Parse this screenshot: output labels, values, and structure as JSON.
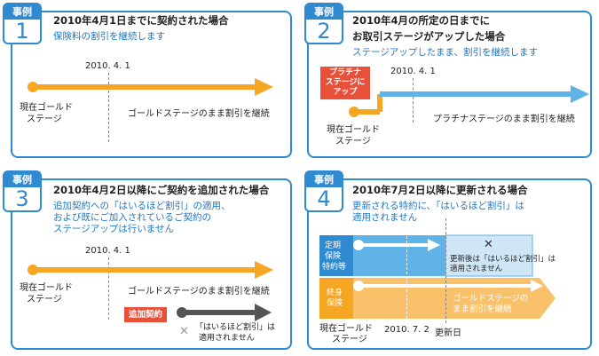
{
  "case1": {
    "tab_label": "事例",
    "tab_number": "1",
    "title": "2010年4月1日までに契約された場合",
    "subtitle": "保険料の割引を継続します",
    "date_label": "2010. 4. 1",
    "start_label": [
      "現在ゴールド",
      "ステージ"
    ],
    "result_label": "ゴールドステージのまま割引を継続"
  },
  "case2": {
    "tab_label": "事例",
    "tab_number": "2",
    "title_lines": [
      "2010年4月の所定の日までに",
      "お取引ステージがアップした場合"
    ],
    "subtitle": "ステージアップしたまま、割引を継続します",
    "badge_lines": [
      "プラチナ",
      "ステージに",
      "アップ"
    ],
    "date_label": "2010. 4. 1",
    "start_label": [
      "現在ゴールド",
      "ステージ"
    ],
    "result_label": "プラチナステージのまま割引を継続"
  },
  "case3": {
    "tab_label": "事例",
    "tab_number": "3",
    "title": "2010年4月2日以降にご契約を追加された場合",
    "subtitle_lines": [
      "追加契約への「はいるほど割引」の適用、",
      "および既にご加入されているご契約の",
      "ステージアップは行いません"
    ],
    "date_label": "2010. 4. 1",
    "start_label": [
      "現在ゴールド",
      "ステージ"
    ],
    "result_label": "ゴールドステージのまま割引を継続",
    "badge": "追加契約",
    "not_applied_lines": [
      "「はいるほど割引」は",
      "適用されません"
    ]
  },
  "case4": {
    "tab_label": "事例",
    "tab_number": "4",
    "title": "2010年7月2日以降に更新される場合",
    "subtitle_lines": [
      "更新される特約に、「はいるほど割引」は",
      "適用されません"
    ],
    "row1_label": [
      "定期",
      "保険",
      "特約等"
    ],
    "row2_label": [
      "終身",
      "保険"
    ],
    "after_update_lines": [
      "更新後は「はいるほど割引」は",
      "適用されません"
    ],
    "row2_result_lines": [
      "ゴールドステージの",
      "まま割引を継続"
    ],
    "start_label": [
      "現在ゴールド",
      "ステージ"
    ],
    "date_label": "2010. 7. 2",
    "update_label": "更新日"
  },
  "colors": {
    "blue": "#2f8ad0",
    "orange": "#f5a623",
    "sky": "#5fb3e6",
    "red": "#e8503a",
    "gray": "#555555"
  }
}
